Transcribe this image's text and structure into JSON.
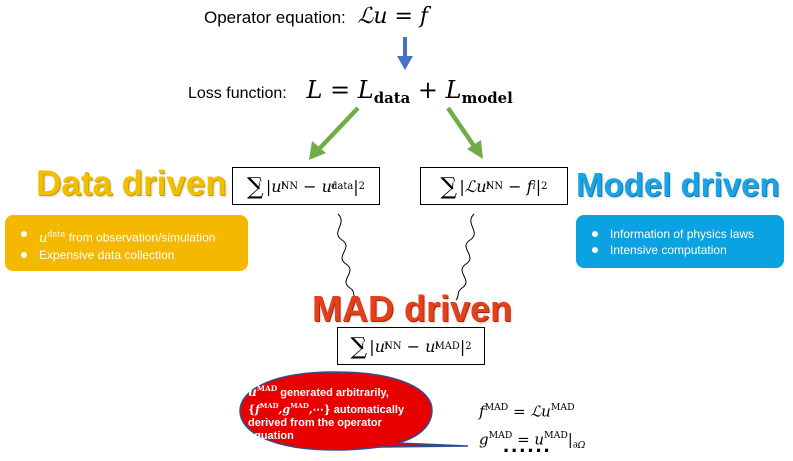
{
  "equation": {
    "label": "Operator equation:"
  },
  "loss": {
    "label": "Loss function:"
  },
  "data_driven": {
    "title": "Data driven",
    "items": [
      "from observation/simulation",
      "Expensive data collection"
    ]
  },
  "model_driven": {
    "title": "Model driven",
    "items": [
      "Information of physics laws",
      "Intensive computation"
    ]
  },
  "mad_driven": {
    "title": "MAD driven",
    "note": [
      "generated arbitrarily,",
      "automatically",
      "derived from the operator equation"
    ]
  },
  "continuation": "......",
  "colors": {
    "data": "#f5b800",
    "model": "#0aa2e1",
    "mad": "#e5401c",
    "bubble": "#e60000",
    "arrow_blue": "#4472c4",
    "arrow_green": "#70ad47"
  }
}
